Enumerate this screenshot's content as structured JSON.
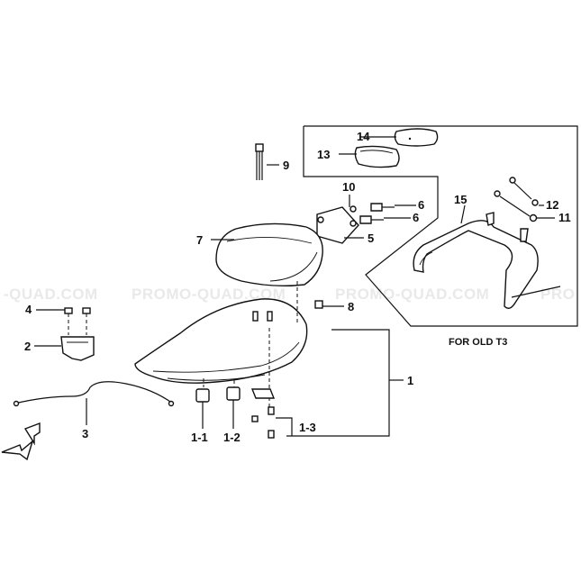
{
  "watermark": {
    "text_1": "-QUAD.COM",
    "text_2": "PROMO-QUAD.COM",
    "text_3": "PROMO-QUAD.COM",
    "text_4": "PRO"
  },
  "inset": {
    "caption": "FOR OLD T3"
  },
  "callouts": {
    "c1": "1",
    "c1_1": "1-1",
    "c1_2": "1-2",
    "c1_3": "1-3",
    "c2": "2",
    "c3": "3",
    "c4": "4",
    "c5": "5",
    "c6a": "6",
    "c6b": "6",
    "c7": "7",
    "c8": "8",
    "c9": "9",
    "c10": "10",
    "c11": "11",
    "c12": "12",
    "c13": "13",
    "c14": "14",
    "c15": "15"
  },
  "icons": {
    "front_arrow": "front-direction-arrow-icon"
  }
}
